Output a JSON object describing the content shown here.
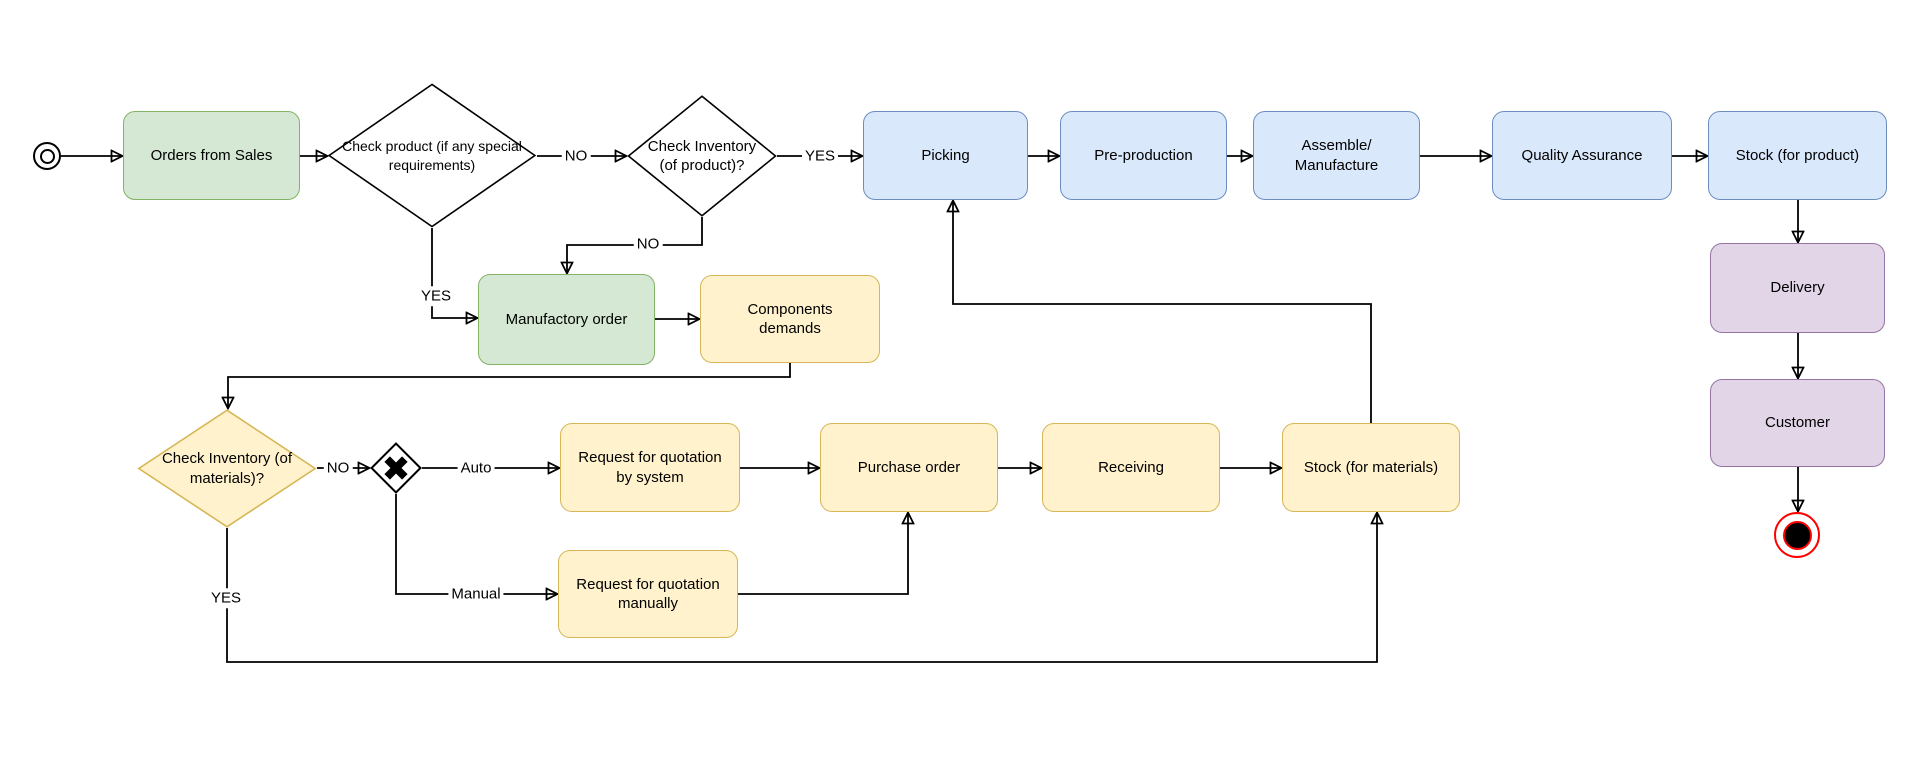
{
  "diagram": {
    "type": "bpmn-flowchart",
    "background": "#ffffff"
  },
  "palette": {
    "task_green_fill": "#d5e8d4",
    "task_green_stroke": "#82b366",
    "task_blue_fill": "#dae8fc",
    "task_blue_stroke": "#6c8ebf",
    "task_yellow_fill": "#fff2cc",
    "task_yellow_stroke": "#d6b656",
    "task_purple_fill": "#e1d5e7",
    "task_purple_stroke": "#9673a6",
    "decision_white_fill": "#ffffff",
    "decision_stroke": "#000000",
    "connector_color": "#000000",
    "end_event_red": "#ff0000"
  },
  "nodes": {
    "orders_from_sales": {
      "label": "Orders from Sales",
      "color": "green"
    },
    "check_product": {
      "label": "Check product (if any special\nrequirements)",
      "color": "white"
    },
    "check_inventory_product": {
      "label": "Check Inventory\n(of product)?",
      "color": "white"
    },
    "picking": {
      "label": "Picking",
      "color": "blue"
    },
    "pre_production": {
      "label": "Pre-production",
      "color": "blue"
    },
    "assemble_manufacture": {
      "label": "Assemble/\nManufacture",
      "color": "blue"
    },
    "quality_assurance": {
      "label": "Quality Assurance",
      "color": "blue"
    },
    "stock_for_product": {
      "label": "Stock (for product)",
      "color": "blue"
    },
    "delivery": {
      "label": "Delivery",
      "color": "purple"
    },
    "customer": {
      "label": "Customer",
      "color": "purple"
    },
    "manufactory_order": {
      "label": "Manufactory order",
      "color": "green"
    },
    "components_demands": {
      "label": "Components\ndemands",
      "color": "yellow"
    },
    "check_inventory_materials": {
      "label": "Check Inventory (of\nmaterials)?",
      "color": "yellow"
    },
    "request_quotation_system": {
      "label": "Request for quotation\nby system",
      "color": "yellow"
    },
    "purchase_order": {
      "label": "Purchase order",
      "color": "yellow"
    },
    "receiving": {
      "label": "Receiving",
      "color": "yellow"
    },
    "stock_for_materials": {
      "label": "Stock (for materials)",
      "color": "yellow"
    },
    "request_quotation_manual": {
      "label": "Request for quotation\nmanually",
      "color": "yellow"
    }
  },
  "events": {
    "start": {
      "icon": "bpmn-start-event-icon"
    },
    "end": {
      "icon": "bpmn-end-event-icon"
    }
  },
  "gateway": {
    "icon": "x-exclusive-gateway-icon"
  },
  "edge_labels": {
    "check_product_no": "NO",
    "check_product_yes": "YES",
    "check_inventory_product_yes": "YES",
    "check_inventory_product_no": "NO",
    "check_materials_no": "NO",
    "check_materials_yes": "YES",
    "gateway_auto": "Auto",
    "gateway_manual": "Manual"
  }
}
